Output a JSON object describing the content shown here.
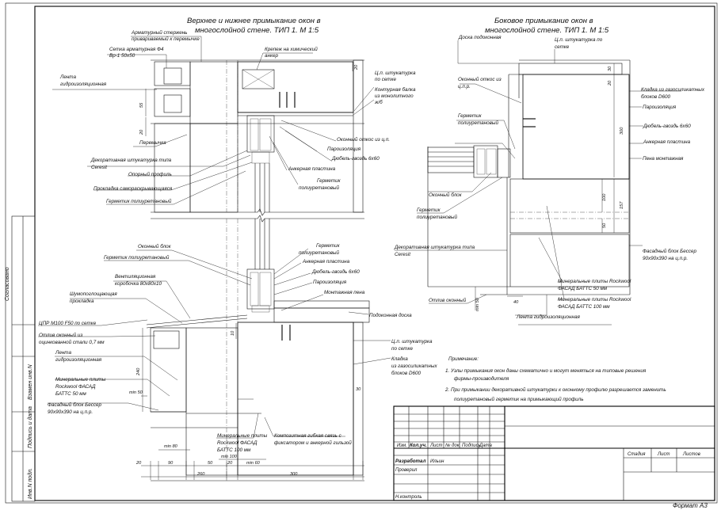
{
  "titles": {
    "main_1": "Верхнее и нижнее примыкание окон в",
    "main_2": "многослойной стене. ТИП 1. М 1:5",
    "side_1": "Боковое примыкание окон в",
    "side_2": "многослойной стене. ТИП 1. М 1:5"
  },
  "left_labels": {
    "armatur_1": "Арматурный стержень",
    "armatur_2": "привариваемый к перемычке",
    "setka_1": "Сетка арматурная Ф4",
    "setka_2": "Вр-1 50х50",
    "krepezh_1": "Крепеж на химический",
    "krepezh_2": "анкер",
    "lenta_1": "Лента",
    "lenta_2": "гидроизоляционная",
    "ts_shtuk_1": "Ц.п. штукатурка",
    "ts_shtuk_2": "по сетке",
    "kont_1": "Контурная балка",
    "kont_2": "из монолитного",
    "kont_3": "ж/б",
    "peremychka": "Перемычка",
    "otkos": "Оконный откос из ц.п.",
    "paro": "Пароизоляция",
    "dubel": "Дюбель-гвоздь 6х60",
    "ankernaya": "Анкерная пластина",
    "germetik_top_1": "Герметик",
    "germetik_top_2": "полиуретановый",
    "dekor_1": "Декоративная штукатурка типа",
    "dekor_2": "Ceresit",
    "opornyi": "Опорный профиль",
    "prokladka": "Прокладка самораскрывающаяся",
    "germetik_poly": "Герметик полиуретановый",
    "okonnyi_blok": "Оконный блок",
    "germetik_poly2": "Герметик полиуретановый",
    "vent_1": "Вентиляционная",
    "vent_2": "коробочка 80х80х10",
    "shum_1": "Шумопоглощающая",
    "shum_2": "прокладка",
    "germetik_bot_1": "Герметик",
    "germetik_bot_2": "полиуретановый",
    "ankernaya2": "Анкерная пластина",
    "dubel2": "Дюбель-гвоздь 6х60",
    "parogidro2": "Пароизоляция",
    "montazh": "Монтажная пена",
    "tspr": "ЦПР М100 F50 по сетке",
    "otliv_1": "Отлив оконный из",
    "otliv_2": "оцинкованной стали 0,7 мм",
    "lenta2_1": "Лента",
    "lenta2_2": "гидроизоляционная",
    "mineral_1": "Минеральные плиты",
    "mineral_2": "Rockwool ФАСАД",
    "mineral_3": "БАТТС 50 мм",
    "fasad_1": "Фасадный блок Бессер",
    "fasad_2": "90х90х390 на ц.п.р.",
    "podok": "Подоконная доска",
    "ts_shtuk2_1": "Ц.п. штукатурка",
    "ts_shtuk2_2": "по сетке",
    "kladka_1": "Кладка",
    "kladka_2": "из газосиликатных",
    "kladka_3": "блоков D600",
    "mineral100_1": "Минеральные плиты",
    "mineral100_2": "Rockwool ФАСАД",
    "mineral100_3": "БАТТС 100 мм",
    "komposit_1": "Композитная гибкая связь с",
    "komposit_2": "фиксатором и анкерной гильзой"
  },
  "right_labels": {
    "doska": "Доска подоконная",
    "ts_1": "Ц.п. штукатурка по",
    "ts_2": "сетке",
    "otkos_1": "Оконный откос из",
    "otkos_2": "ц.п.р.",
    "kladka_1": "Кладка из газосиликатных",
    "kladka_2": "блоков D600",
    "paro": "Пароизоляция",
    "dubel": "Дюбель-гвоздь 6х60",
    "ankernaya": "Анкерная пластина",
    "pena": "Пена монтажная",
    "germetik_1": "Герметик",
    "germetik_2": "полиуретановый",
    "blok": "Оконный блок",
    "germetik2_1": "Герметик",
    "germetik2_2": "полиуретановый",
    "dekor_1": "Декоративная штукатурка типа",
    "dekor_2": "Ceresit",
    "fasad_1": "Фасадный блок Бессер",
    "fasad_2": "90х90х390 на ц.п.р.",
    "mineral50_1": "Минеральные плиты Rockwool",
    "mineral50_2": "ФАСАД БАТТС 50 мм",
    "mineral100_1": "Минеральные плиты Rockwool",
    "mineral100_2": "ФАСАД БАТТС 100 мм",
    "otliv": "Отлив оконный",
    "lenta": "Лента гидроизоляционная"
  },
  "dims": {
    "d55": "55",
    "d20a": "20",
    "d20b": "20",
    "d10": "10",
    "d240": "240",
    "dmin50": "min 50",
    "dmin80": "min 80",
    "dmin100": "min 100",
    "dmin60": "min 60",
    "b20": "20",
    "b90": "90",
    "b50": "50",
    "b260": "260",
    "b300": "300",
    "b20r": "20",
    "b30": "30",
    "r30": "30",
    "r20": "20",
    "r300": "300",
    "r100": "100",
    "r157": "157",
    "r50": "50",
    "r40": "40",
    "rmin50": "min 50"
  },
  "notes": {
    "heading": "Примечание:",
    "n1_a": "1.  Узлы примыкания окон даны схематично и могут меняться на типовые решения",
    "n1_b": "фирмы-производителя",
    "n2_a": "2.  При примыкании декоративной штукатурки к оконному профилю разрешается заменить",
    "n2_b": "полиуретановый герметик на примыкающий профиль"
  },
  "title_block": {
    "izm": "Изм.",
    "koluch": "Кол.уч.",
    "list": "Лист",
    "ndok": "№ док.",
    "podpis": "Подпись",
    "data": "Дата",
    "razrab": "Разработал",
    "razrab_name": "Ильин",
    "proveril": "Проверил",
    "nkontr": "Н.контроль",
    "stadiya": "Стадия",
    "list2": "Лист",
    "listov": "Листов"
  },
  "side_stamp": {
    "soglasovano": "Согласовано",
    "vzam": "Взамен инв.N",
    "podp": "Подпись и дата",
    "inv": "Инв.N подл."
  },
  "format": "Формат А3"
}
